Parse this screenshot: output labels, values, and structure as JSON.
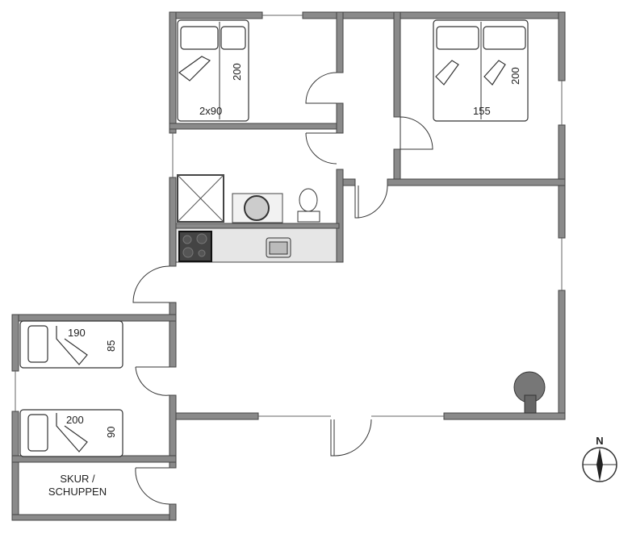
{
  "plan": {
    "bedroom_1": {
      "bed_width": "2x90",
      "bed_length": "200"
    },
    "bedroom_2": {
      "bed_length": "200",
      "bed_width": "155"
    },
    "annex_bed_1": {
      "length": "190",
      "width": "85"
    },
    "annex_bed_2": {
      "length": "200",
      "width": "90"
    },
    "shed": {
      "line1": "SKUR /",
      "line2": "SCHUPPEN"
    },
    "compass": {
      "label": "N"
    }
  },
  "colors": {
    "wall": "#8a8a8a",
    "counter": "#e6e6e6",
    "stove": "#777777"
  }
}
